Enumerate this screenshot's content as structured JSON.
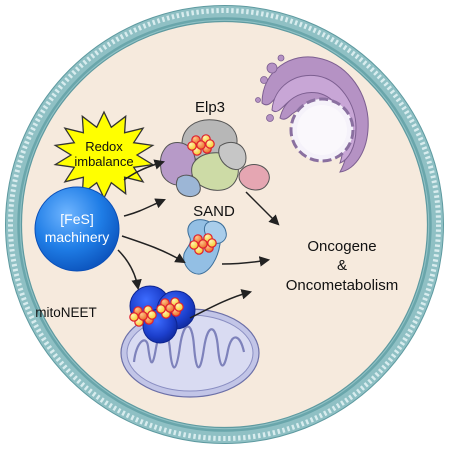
{
  "labels": {
    "redox_line1": "Redox",
    "redox_line2": "imbalance",
    "fes_line1": "[FeS]",
    "fes_line2": "machinery",
    "elp3": "Elp3",
    "sand": "SAND",
    "mitoneet": "mitoNEET",
    "outcome_line1": "Oncogene",
    "outcome_line2": "&",
    "outcome_line3": "Oncometabolism"
  },
  "colors": {
    "cytoplasm": "#f6eadd",
    "membrane": "#8fc0c4",
    "membrane_inner": "#5e9aa0",
    "redox_star": "#ffff00",
    "fes_sphere": "#1f7de6",
    "fes_text": "#ffffff",
    "cluster_iron": "#f07a1a",
    "cluster_sulfur": "#ffd23a",
    "cluster_outline": "#e01f2f",
    "elp3_grey": "#b7b7b7",
    "elp3_purple": "#b79ac8",
    "elp3_green": "#cddba6",
    "elp3_pink": "#e5a6b2",
    "elp3_blue": "#9cb6d6",
    "sand_blue": "#93bfe4",
    "mitoneet_blue": "#1c3fcc",
    "mitochondrion": "#c2c5e7",
    "golgi": "#b592c4",
    "arrow": "#222222"
  },
  "icons": [
    "cell-membrane-icon",
    "golgi-icon",
    "vesicle-icon",
    "redox-burst-icon",
    "fes-sphere-icon",
    "fes-cluster-icon",
    "elp3-protein-icon",
    "sand-protein-icon",
    "mitoneet-protein-icon",
    "mitochondrion-icon",
    "arrow-icon"
  ]
}
